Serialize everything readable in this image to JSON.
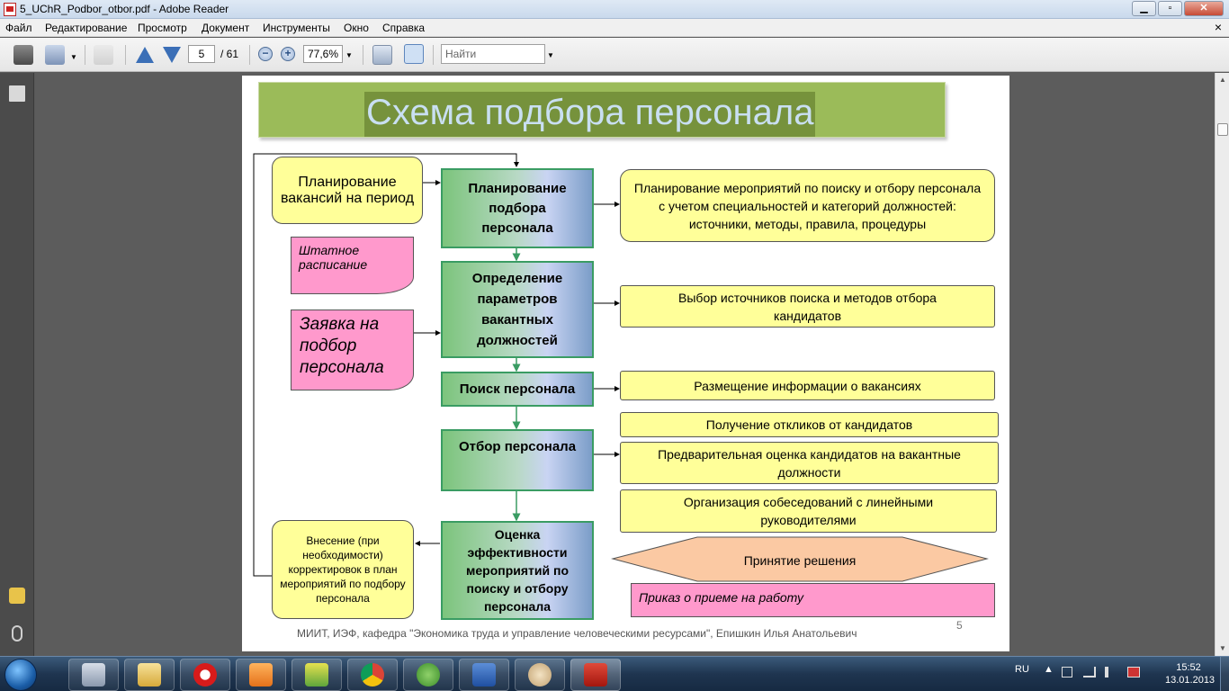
{
  "window": {
    "title": "5_UChR_Podbor_otbor.pdf - Adobe Reader",
    "minimize": "▁",
    "maximize": "▫",
    "close": "✕"
  },
  "menu": [
    "Файл",
    "Редактирование",
    "Просмотр",
    "Документ",
    "Инструменты",
    "Окно",
    "Справка"
  ],
  "menu_close": "×",
  "toolbar": {
    "page_current": "5",
    "page_total": "/ 61",
    "zoom": "77,6%",
    "zoom_out": "−",
    "zoom_in": "+",
    "find_placeholder": "Найти"
  },
  "slide": {
    "title": "Схема подбора персонала",
    "main_steps": [
      "Планирование подбора персонала",
      "Определение параметров вакантных должностей",
      "Поиск персонала",
      "Отбор персонала",
      "Оценка эффективности мероприятий по поиску и отбору персонала"
    ],
    "left_boxes": {
      "planning": "Планирование вакансий на период",
      "staffing": "Штатное расписание",
      "request": "Заявка на подбор персонала",
      "corrections": "Внесение (при необходимости) корректировок в план мероприятий по подбору персонала"
    },
    "right_boxes": [
      "Планирование мероприятий по поиску и отбору персонала с учетом специальностей и категорий должностей: источники, методы, правила, процедуры",
      "Выбор источников поиска и методов отбора кандидатов",
      "Размещение информации о вакансиях",
      "Получение откликов от кандидатов",
      "Предварительная оценка кандидатов на вакантные должности",
      "Организация собеседований с линейными руководителями"
    ],
    "decision": "Принятие решения",
    "order": "Приказ о приеме на работу",
    "footer": "МИИТ, ИЭФ, кафедра \"Экономика труда и управление человеческими ресурсами\", Епишкин Илья Анатольевич",
    "page_number": "5"
  },
  "taskbar": {
    "language": "RU",
    "time": "15:52",
    "date": "13.01.2013"
  }
}
